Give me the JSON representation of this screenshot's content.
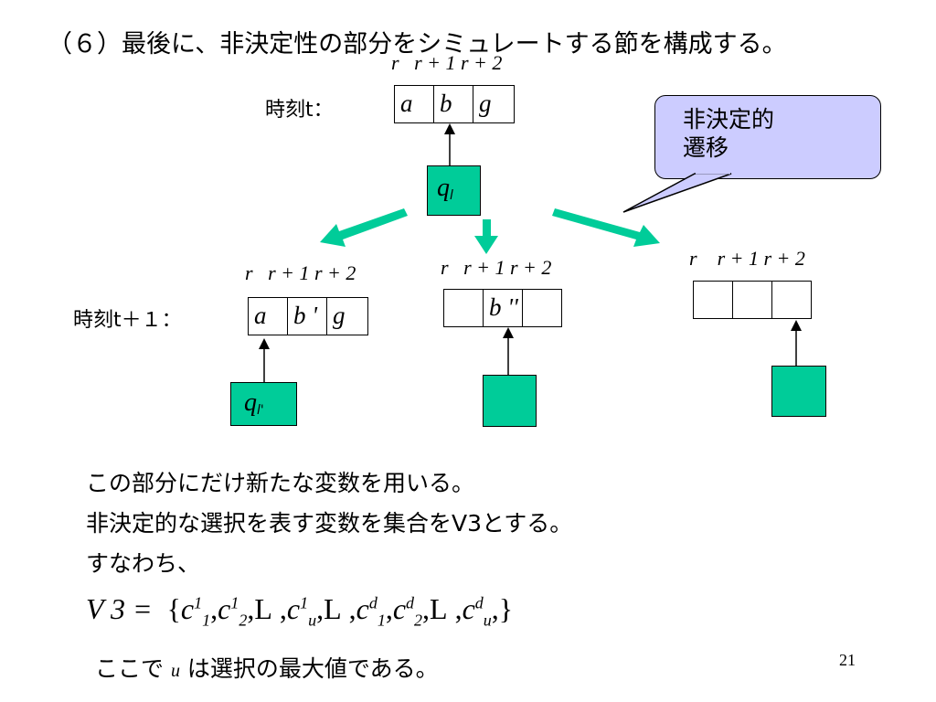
{
  "title": "（６）最後に、非決定性の部分をシミュレートする節を構成する。",
  "index_labels": {
    "r": "r",
    "r1": "r + 1",
    "r2": "r + 2"
  },
  "time_t": "時刻t：",
  "time_t1": "時刻t＋１：",
  "tape_top": [
    "a",
    "b",
    "g"
  ],
  "tape_left": [
    "a",
    "b '",
    "g"
  ],
  "tape_middle": [
    "",
    "b ''",
    ""
  ],
  "tape_right": [
    "",
    "",
    ""
  ],
  "head_top": {
    "q": "q",
    "sub": "l"
  },
  "head_left": {
    "q": "q",
    "sub": "l'"
  },
  "callout": {
    "line1": "非決定的",
    "line2": "遷移"
  },
  "body": {
    "line1": "この部分にだけ新たな変数を用いる。",
    "line2": "非決定的な選択を表す変数を集合をV3とする。",
    "line3": "すなわち、"
  },
  "formula": {
    "lhs": "V 3 =",
    "rhs_open": "{",
    "rhs_close": ",}",
    "ellipsis": "L",
    "var": "c",
    "sup1": "1",
    "supd": "d",
    "sub1": "1",
    "sub2": "2",
    "subu": "u"
  },
  "note": {
    "pre": "ここで",
    "var": "u",
    "post": "は選択の最大値である。"
  },
  "page_number": "21",
  "colors": {
    "head_fill": "#00cc99",
    "callout_fill": "#ccccff",
    "arrow_color": "#00cc99"
  }
}
